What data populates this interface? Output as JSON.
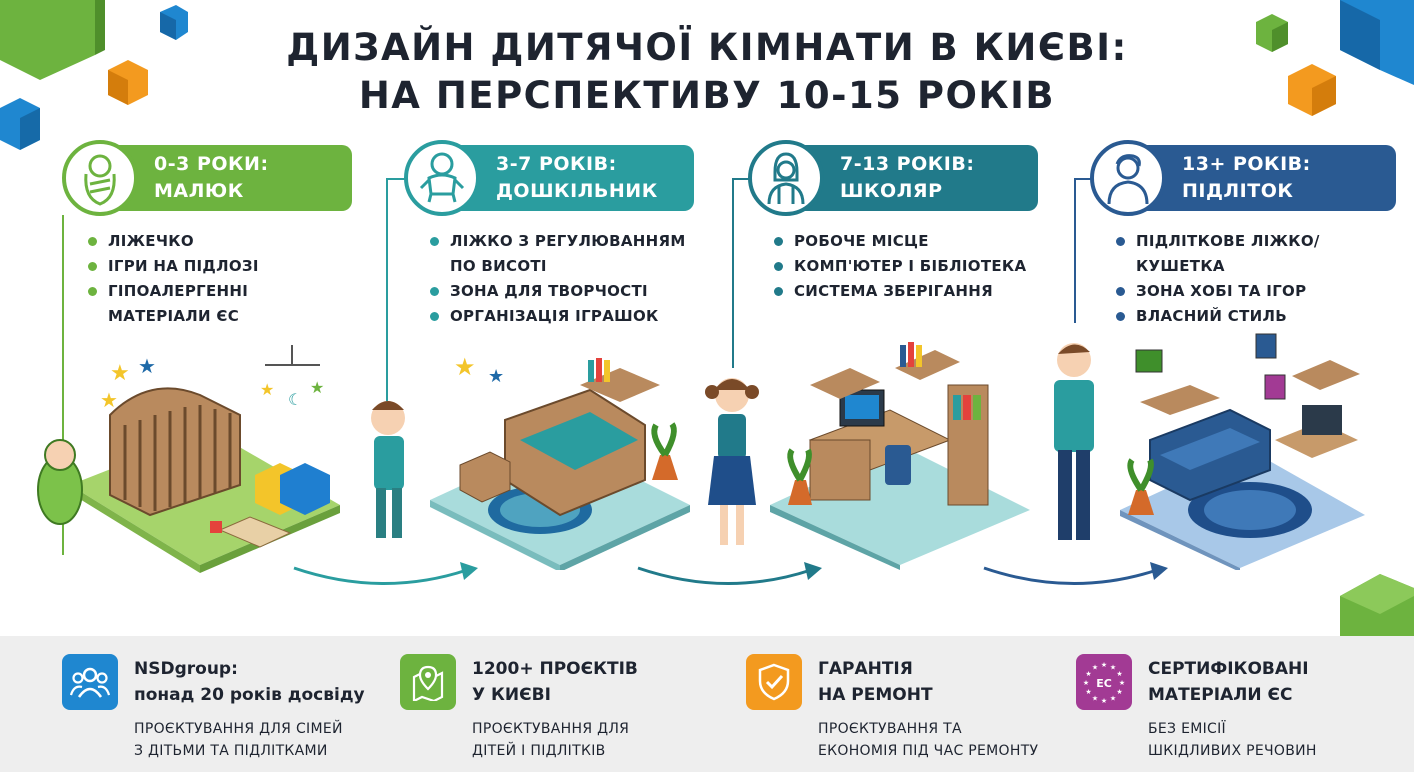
{
  "header": {
    "title_line1": "ДИЗАЙН ДИТЯЧОЇ КІМНАТИ В КИЄВІ:",
    "title_line2": "НА ПЕРСПЕКТИВУ 10-15 РОКІВ"
  },
  "colors": {
    "green": "#6db33f",
    "teal": "#2a9d9f",
    "dark_teal": "#217a8a",
    "navy": "#2a5a92",
    "blue_cube": "#1f87d0",
    "orange_cube": "#f39a1f",
    "purple": "#a23a94"
  },
  "stages": [
    {
      "age": "0-3 РОКИ:",
      "label": "МАЛЮК",
      "icon": "swaddled-baby-icon",
      "items": [
        "ЛІЖЕЧКО",
        "ІГРИ НА ПІДЛОЗІ",
        "ГІПОАЛЕРГЕННІ",
        "МАТЕРІАЛИ ЄС"
      ]
    },
    {
      "age": "3-7 РОКІВ:",
      "label": "ДОШКІЛЬНИК",
      "icon": "toddler-icon",
      "items": [
        "ЛІЖКО З РЕГУЛЮВАННЯМ",
        "ПО ВИСОТІ",
        "ЗОНА ДЛЯ ТВОРЧОСТІ",
        "ОРГАНІЗАЦІЯ ІГРАШОК"
      ]
    },
    {
      "age": "7-13 РОКІВ:",
      "label": "ШКОЛЯР",
      "icon": "schoolgirl-icon",
      "items": [
        "РОБОЧЕ МІСЦЕ",
        "КОМП'ЮТЕР І БІБЛІОТЕКА",
        "СИСТЕМА ЗБЕРІГАННЯ"
      ]
    },
    {
      "age": "13+ РОКІВ:",
      "label": "ПІДЛІТОК",
      "icon": "teenager-icon",
      "items": [
        "ПІДЛІТКОВЕ ЛІЖКО/КУШЕТКА",
        "ЗОНА ХОБІ ТА ІГОР",
        "ВЛАСНИЙ СТИЛЬ"
      ]
    }
  ],
  "features": [
    {
      "icon": "people-group-icon",
      "title1": "NSDgroup:",
      "title2": "понад 20 років досвіду",
      "desc1": "ПРОЄКТУВАННЯ ДЛЯ СІМЕЙ",
      "desc2": "З ДІТЬМИ ТА ПІДЛІТКАМИ"
    },
    {
      "icon": "map-pin-icon",
      "title1": "1200+ ПРОЄКТІВ",
      "title2": "У КИЄВІ",
      "desc1": "ПРОЄКТУВАННЯ ДЛЯ",
      "desc2": "ДІТЕЙ І ПІДЛІТКІВ"
    },
    {
      "icon": "shield-check-icon",
      "title1": "ГАРАНТІЯ",
      "title2": "НА РЕМОНТ",
      "desc1": "ПРОЄКТУВАННЯ ТА",
      "desc2": "ЕКОНОМІЯ ПІД ЧАС РЕМОНТУ"
    },
    {
      "icon": "eu-stars-icon",
      "badge": "ЕС",
      "title1": "СЕРТИФІКОВАНІ",
      "title2": "МАТЕРІАЛИ ЄС",
      "desc1": "БЕЗ ЕМІСІЇ",
      "desc2": "ШКІДЛИВИХ РЕЧОВИН"
    }
  ]
}
